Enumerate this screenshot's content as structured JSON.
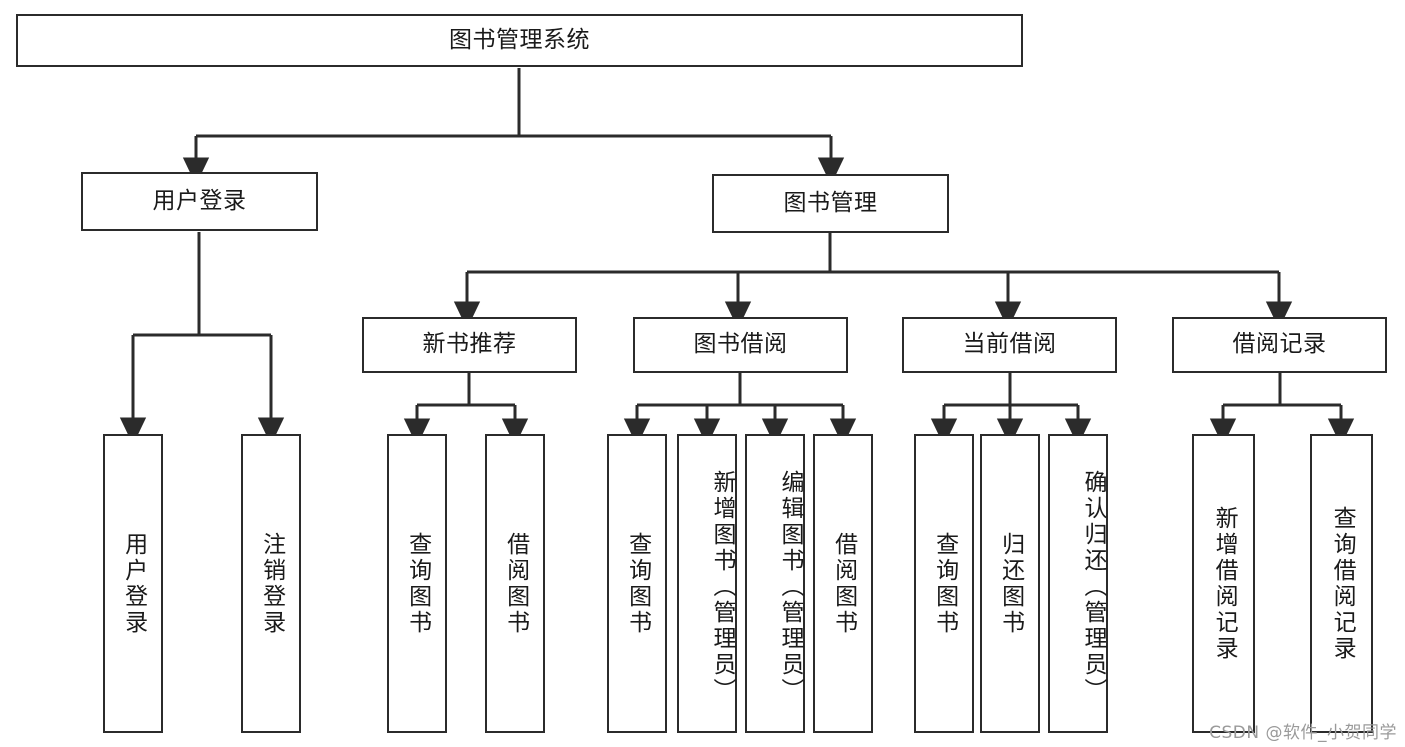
{
  "diagram": {
    "type": "tree-hierarchy-chart",
    "title": "图书管理系统",
    "colors": {
      "box_border": "#2b2b2b",
      "box_fill": "#ffffff",
      "edge": "#2b2b2b",
      "text": "#1a1a1a",
      "watermark": "#9a9a9a",
      "background": "#ffffff"
    },
    "root": {
      "label": "图书管理系统"
    },
    "level2": [
      {
        "id": "user-login",
        "label": "用户登录"
      },
      {
        "id": "book-management",
        "label": "图书管理"
      }
    ],
    "level3": [
      {
        "id": "new-book-recommend",
        "label": "新书推荐",
        "parent": "book-management"
      },
      {
        "id": "book-borrow",
        "label": "图书借阅",
        "parent": "book-management"
      },
      {
        "id": "current-borrow",
        "label": "当前借阅",
        "parent": "book-management"
      },
      {
        "id": "borrow-record",
        "label": "借阅记录",
        "parent": "book-management"
      }
    ],
    "leaves": {
      "user_login": [
        {
          "id": "leaf-user-login",
          "label": "用户登录"
        },
        {
          "id": "leaf-logout",
          "label": "注销登录"
        }
      ],
      "new_book_recommend": [
        {
          "id": "leaf-query-book-1",
          "label": "查询图书"
        },
        {
          "id": "leaf-borrow-book-1",
          "label": "借阅图书"
        }
      ],
      "book_borrow": [
        {
          "id": "leaf-query-book-2",
          "label": "查询图书"
        },
        {
          "id": "leaf-add-book",
          "label": "新增图书（管理员）"
        },
        {
          "id": "leaf-edit-book",
          "label": "编辑图书（管理员）"
        },
        {
          "id": "leaf-borrow-book-2",
          "label": "借阅图书"
        }
      ],
      "current_borrow": [
        {
          "id": "leaf-query-book-3",
          "label": "查询图书"
        },
        {
          "id": "leaf-return-book",
          "label": "归还图书"
        },
        {
          "id": "leaf-confirm-return",
          "label": "确认归还（管理员）"
        }
      ],
      "borrow_record": [
        {
          "id": "leaf-add-record",
          "label": "新增借阅记录"
        },
        {
          "id": "leaf-query-record",
          "label": "查询借阅记录"
        }
      ]
    },
    "watermark": "CSDN @软件_小贺同学"
  }
}
